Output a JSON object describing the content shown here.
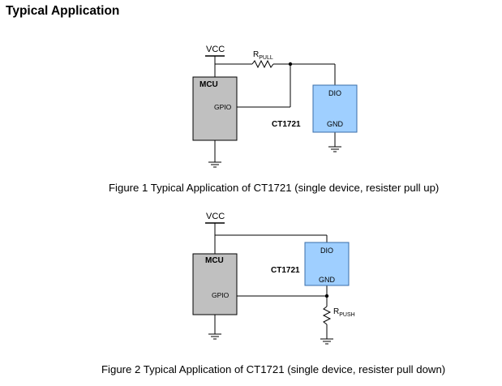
{
  "heading": "Typical Application",
  "figure1": {
    "vcc": "VCC",
    "resistor_main": "R",
    "resistor_sub": "PULL",
    "mcu_label": "MCU",
    "gpio_label": "GPIO",
    "device_name": "CT1721",
    "dio_label": "DIO",
    "gnd_label": "GND",
    "caption": "Figure 1 Typical Application of CT1721 (single device, resister pull up)"
  },
  "figure2": {
    "vcc": "VCC",
    "resistor_main": "R",
    "resistor_sub": "PUSH",
    "mcu_label": "MCU",
    "gpio_label": "GPIO",
    "device_name": "CT1721",
    "dio_label": "DIO",
    "gnd_label": "GND",
    "caption": "Figure 2 Typical Application of CT1721 (single device, resister pull down)"
  },
  "colors": {
    "mcu_fill": "#c0c0c0",
    "device_fill": "#9fcfff",
    "device_stroke": "#3a6ea8",
    "wire": "#000000"
  }
}
